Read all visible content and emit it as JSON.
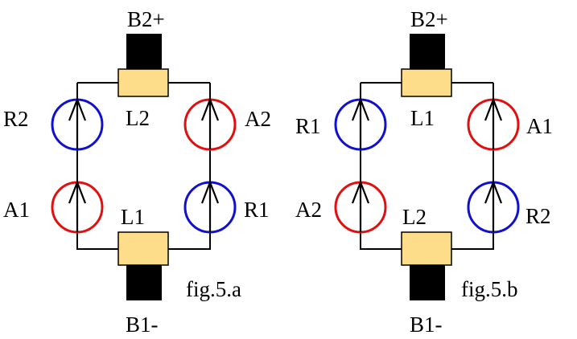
{
  "figures": [
    {
      "caption": "fig.5.a",
      "top_terminal": "B2+",
      "bottom_terminal": "B1-",
      "top_inductor": "L2",
      "bottom_inductor": "L1",
      "left_top_coil": {
        "label": "R2",
        "color": "#1010d0"
      },
      "left_bottom_coil": {
        "label": "A1",
        "color": "#e01010"
      },
      "right_top_coil": {
        "label": "A2",
        "color": "#e01010"
      },
      "right_bottom_coil": {
        "label": "R1",
        "color": "#1010d0"
      }
    },
    {
      "caption": "fig.5.b",
      "top_terminal": "B2+",
      "bottom_terminal": "B1-",
      "top_inductor": "L1",
      "bottom_inductor": "L2",
      "left_top_coil": {
        "label": "R1",
        "color": "#1010d0"
      },
      "left_bottom_coil": {
        "label": "A2",
        "color": "#e01010"
      },
      "right_top_coil": {
        "label": "A1",
        "color": "#e01010"
      },
      "right_bottom_coil": {
        "label": "R2",
        "color": "#1010d0"
      }
    }
  ]
}
